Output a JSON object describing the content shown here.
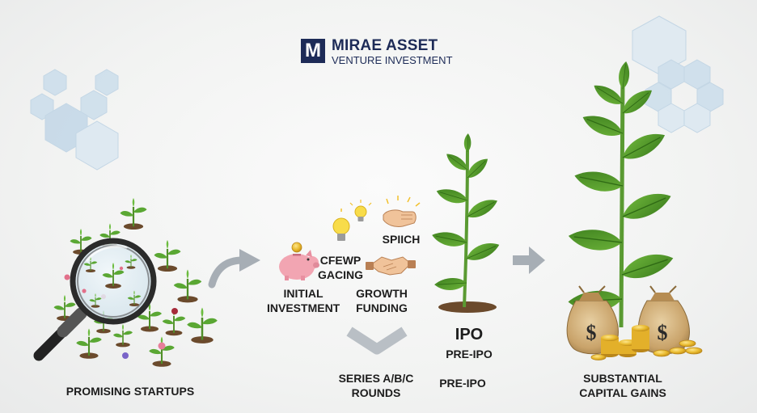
{
  "brand": {
    "logo_letter": "M",
    "name": "MIRAE ASSET",
    "subtitle": "VENTURE INVESTMENT",
    "color": "#1d2b57"
  },
  "stages": {
    "startups": {
      "label": "PROMISING STARTUPS"
    },
    "initial": {
      "label_line1": "INITIAL",
      "label_line2": "INVESTMENT"
    },
    "cfewp": {
      "label_line1": "CFEWP",
      "label_line2": "GACING"
    },
    "spiich": {
      "label": "SPIICH"
    },
    "growth": {
      "label_line1": "GROWTH",
      "label_line2": "FUNDING"
    },
    "series": {
      "label_line1": "SERIES A/B/C",
      "label_line2": "ROUNDS"
    },
    "ipo": {
      "label": "IPO",
      "sub1": "PRE-IPO",
      "sub2": "PRE-IPO"
    },
    "gains": {
      "label_line1": "SUBSTANTIAL",
      "label_line2": "CAPITAL GAINS"
    }
  },
  "icons": [
    "magnifying-glass-icon",
    "piggy-bank-icon",
    "lightbulb-icon",
    "handshake-icon",
    "fist-bump-icon",
    "arrow-right-icon",
    "chevron-down-icon",
    "money-bag-icon",
    "gold-coin-icon",
    "seedling-icon",
    "tall-plant-icon"
  ],
  "colors": {
    "leaf": "#4f9a2c",
    "leaf_dark": "#3b7d1f",
    "stem": "#5a9a32",
    "soil": "#6b4a2c",
    "bag": "#c9a36a",
    "coin": "#e8b82a",
    "arrow": "#9aa3ab",
    "hexagon": "#bcd3e6",
    "piggy": "#f2a5b2"
  }
}
